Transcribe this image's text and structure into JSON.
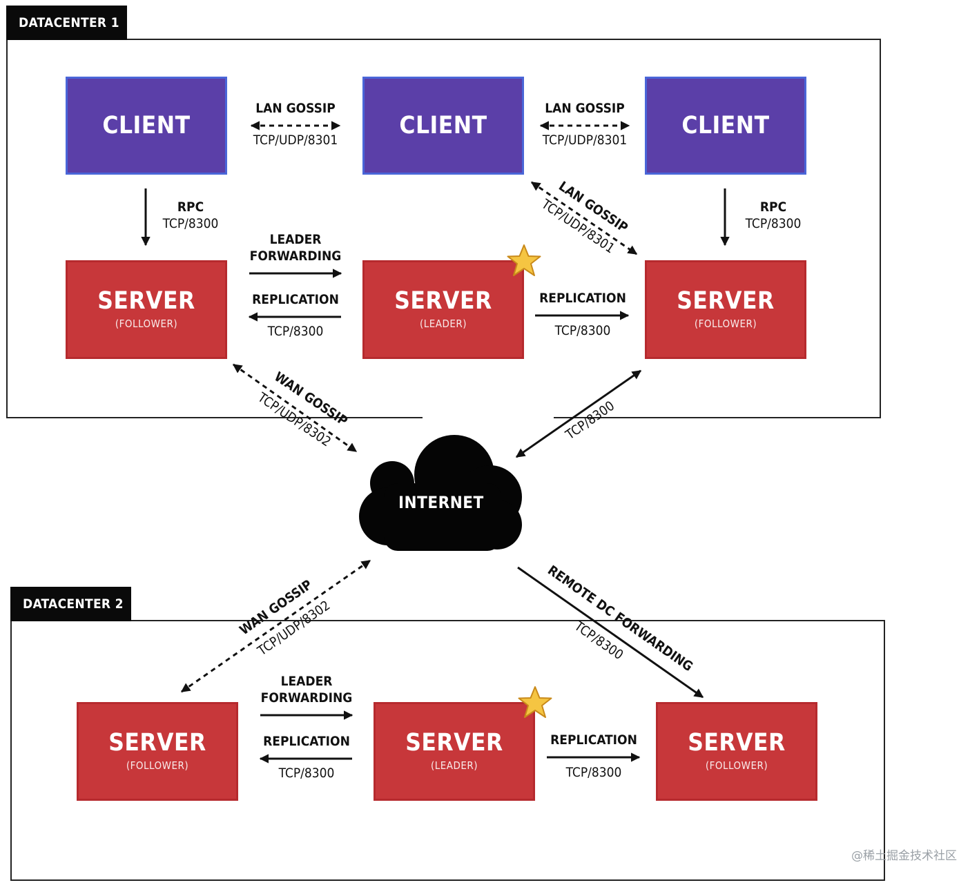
{
  "datacenter1": {
    "title": "DATACENTER 1",
    "clients": [
      {
        "label": "CLIENT"
      },
      {
        "label": "CLIENT"
      },
      {
        "label": "CLIENT"
      }
    ],
    "servers": [
      {
        "label": "SERVER",
        "role": "(FOLLOWER)"
      },
      {
        "label": "SERVER",
        "role": "(LEADER)"
      },
      {
        "label": "SERVER",
        "role": "(FOLLOWER)"
      }
    ],
    "links": {
      "lan_gossip_1": {
        "title": "LAN GOSSIP",
        "port": "TCP/UDP/8301"
      },
      "lan_gossip_2": {
        "title": "LAN GOSSIP",
        "port": "TCP/UDP/8301"
      },
      "lan_gossip_diag": {
        "title": "LAN GOSSIP",
        "port": "TCP/UDP/8301"
      },
      "rpc_left": {
        "title": "RPC",
        "port": "TCP/8300"
      },
      "rpc_right": {
        "title": "RPC",
        "port": "TCP/8300"
      },
      "leader_fwd": {
        "title_line1": "LEADER",
        "title_line2": "FORWARDING"
      },
      "replication_left": {
        "title": "REPLICATION",
        "port": "TCP/8300"
      },
      "replication_right": {
        "title": "REPLICATION",
        "port": "TCP/8300"
      }
    }
  },
  "internet": {
    "label": "INTERNET",
    "wan_gossip_dc1": {
      "title": "WAN GOSSIP",
      "port": "TCP/UDP/8302"
    },
    "tcp_dc1": {
      "port": "TCP/8300"
    },
    "wan_gossip_dc2": {
      "title": "WAN GOSSIP",
      "port": "TCP/UDP/8302"
    },
    "remote_dc": {
      "title": "REMOTE DC FORWARDING",
      "port": "TCP/8300"
    }
  },
  "datacenter2": {
    "title": "DATACENTER 2",
    "servers": [
      {
        "label": "SERVER",
        "role": "(FOLLOWER)"
      },
      {
        "label": "SERVER",
        "role": "(LEADER)"
      },
      {
        "label": "SERVER",
        "role": "(FOLLOWER)"
      }
    ],
    "links": {
      "leader_fwd": {
        "title_line1": "LEADER",
        "title_line2": "FORWARDING"
      },
      "replication_left": {
        "title": "REPLICATION",
        "port": "TCP/8300"
      },
      "replication_right": {
        "title": "REPLICATION",
        "port": "TCP/8300"
      }
    }
  },
  "watermark": "@稀土掘金技术社区",
  "colors": {
    "client_fill": "#5b3fa8",
    "client_border": "#4a66d8",
    "server_fill": "#c7373a",
    "star": "#f5c542",
    "tab": "#0a0a0a"
  }
}
